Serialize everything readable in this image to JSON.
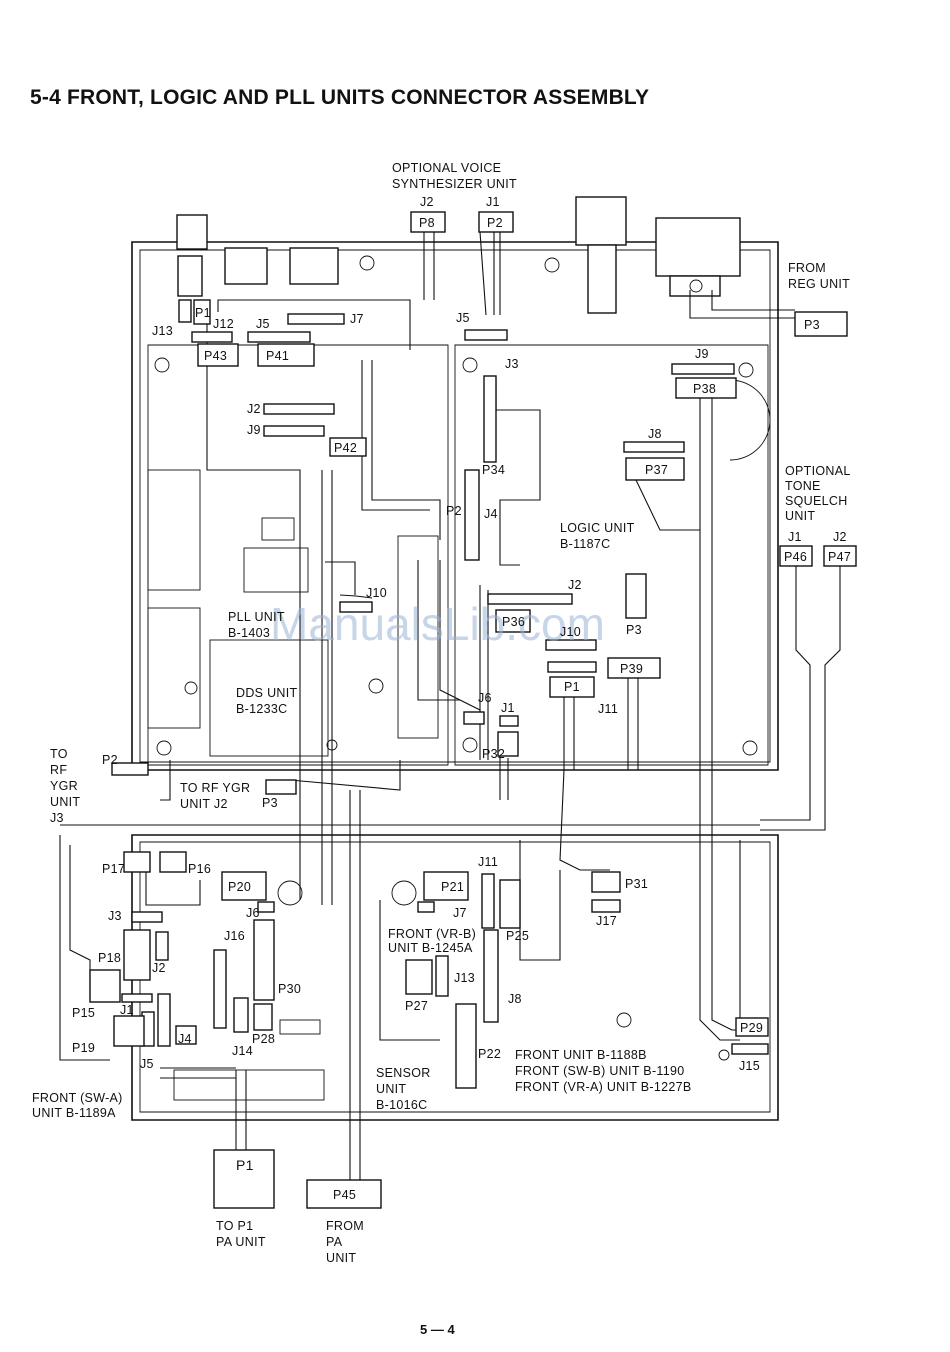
{
  "title": "5-4  FRONT, LOGIC AND PLL UNITS CONNECTOR ASSEMBLY",
  "page_number": "5 — 4",
  "watermark": "ManualsLib.com",
  "labels": {
    "voice_1": "OPTIONAL VOICE",
    "voice_2": "SYNTHESIZER UNIT",
    "voice_j2": "J2",
    "voice_j1": "J1",
    "reg_1": "FROM",
    "reg_2": "REG UNIT",
    "tone_1": "OPTIONAL",
    "tone_2": "TONE",
    "tone_3": "SQUELCH",
    "tone_4": "UNIT",
    "tone_j1": "J1",
    "tone_j2": "J2",
    "logic_1": "LOGIC UNIT",
    "logic_2": "B-1187C",
    "pll_1": "PLL UNIT",
    "pll_2": "B-1403",
    "dds_1": "DDS UNIT",
    "dds_2": "B-1233C",
    "rf_1": "TO",
    "rf_2": "RF",
    "rf_3": "YGR",
    "rf_4": "UNIT",
    "rf_5": "J3",
    "rfj2_1": "TO RF YGR",
    "rfj2_2": "UNIT J2",
    "vrb_1": "FRONT (VR-B)",
    "vrb_2": "UNIT B-1245A",
    "sensor_1": "SENSOR",
    "sensor_2": "UNIT",
    "sensor_3": "B-1016C",
    "front_1": "FRONT UNIT B-1188B",
    "front_2": "FRONT (SW-B) UNIT B-1190",
    "front_3": "FRONT (VR-A) UNIT B-1227B",
    "swa_1": "FRONT (SW-A)",
    "swa_2": "UNIT B-1189A",
    "pa1_1": "TO P1",
    "pa1_2": "PA UNIT",
    "pa2_1": "FROM",
    "pa2_2": "PA",
    "pa2_3": "UNIT"
  },
  "connectors": {
    "p8": "P8",
    "p2_top": "P2",
    "p3_reg": "P3",
    "j13": "J13",
    "p1_small": "P1",
    "j12": "J12",
    "j5_left": "J5",
    "j7_top": "J7",
    "j5_mid": "J5",
    "j3_logic": "J3",
    "j9_logic": "J9",
    "p43": "P43",
    "p41": "P41",
    "p38": "P38",
    "j2_pll": "J2",
    "j9_pll": "J9",
    "p42": "P42",
    "j8_logic": "J8",
    "p37": "P37",
    "p34": "P34",
    "p2_mid": "P2",
    "j4_logic": "J4",
    "p46": "P46",
    "p47": "P47",
    "j10_pll": "J10",
    "j2_logic": "J2",
    "p36": "P36",
    "p3_logic": "P3",
    "j10_logic": "J10",
    "p39": "P39",
    "p1_logic": "P1",
    "j11_logic": "J11",
    "j6_logic": "J6",
    "j1_logic": "J1",
    "p2_rf": "P2",
    "p32": "P32",
    "p3_rf": "P3",
    "j11_front": "J11",
    "p17": "P17",
    "p16": "P16",
    "p20": "P20",
    "p21": "P21",
    "p31": "P31",
    "j6_front": "J6",
    "j7_front": "J7",
    "j17": "J17",
    "j3_front": "J3",
    "j16": "J16",
    "p25": "P25",
    "p18": "P18",
    "j2_front": "J2",
    "j13_front": "J13",
    "p30": "P30",
    "p27": "P27",
    "j8_front": "J8",
    "p15": "P15",
    "j1_front": "J1",
    "p28": "P28",
    "j4_front": "J4",
    "j14": "J14",
    "p19": "P19",
    "j5_front": "J5",
    "p22": "P22",
    "p29": "P29",
    "j15": "J15",
    "p1_pa": "P1",
    "p45": "P45"
  }
}
